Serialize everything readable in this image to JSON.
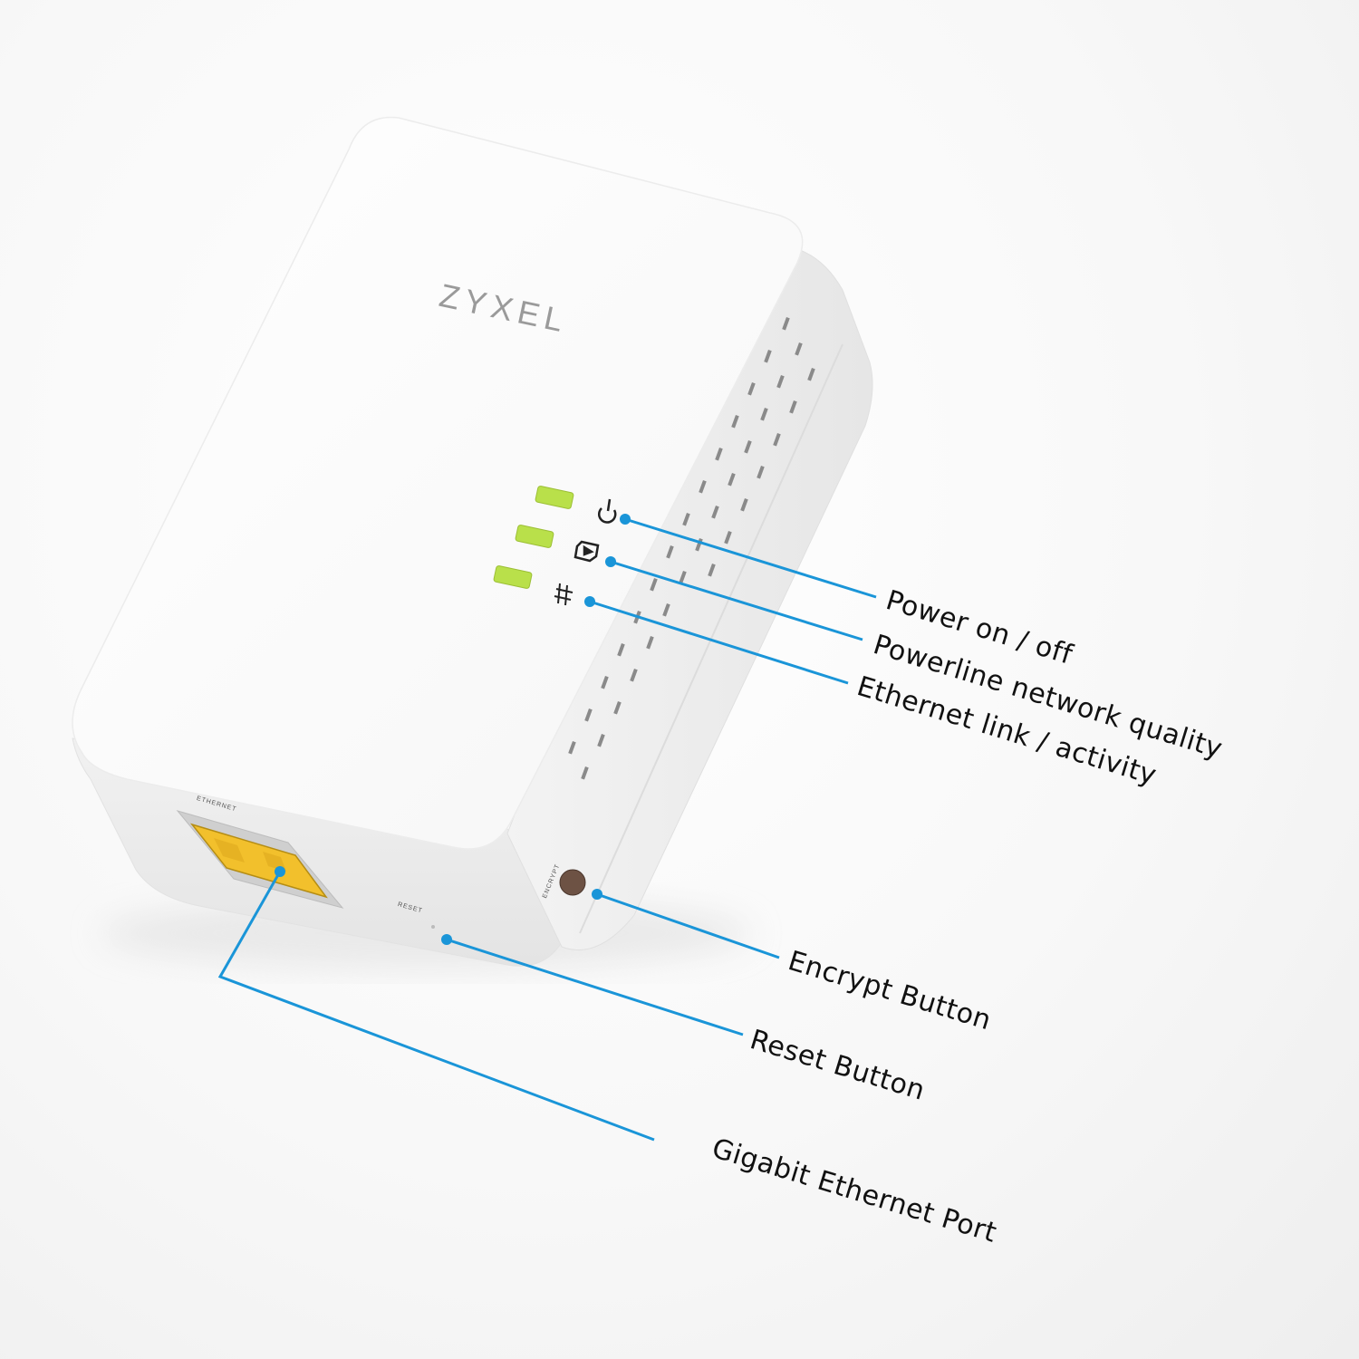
{
  "device": {
    "brand": "ZYXEL",
    "port_caption": "ETHERNET",
    "reset_caption": "RESET",
    "encrypt_caption": "ENCRYPT",
    "led_color": "#b9e04a",
    "port_color": "#f2c02c"
  },
  "callout_color": "#1a95d8",
  "leds": [
    {
      "icon": "power-icon",
      "label": "Power on / off"
    },
    {
      "icon": "powerline-icon",
      "label": "Powerline network quality"
    },
    {
      "icon": "ethernet-icon",
      "label": "Ethernet link / activity"
    }
  ],
  "callouts": [
    {
      "name": "power",
      "label": "Power on / off"
    },
    {
      "name": "powerline",
      "label": "Powerline network quality"
    },
    {
      "name": "ethernet-led",
      "label": "Ethernet link / activity"
    },
    {
      "name": "encrypt",
      "label": "Encrypt Button"
    },
    {
      "name": "reset",
      "label": "Reset Button"
    },
    {
      "name": "gigabit-port",
      "label": "Gigabit Ethernet Port"
    }
  ]
}
